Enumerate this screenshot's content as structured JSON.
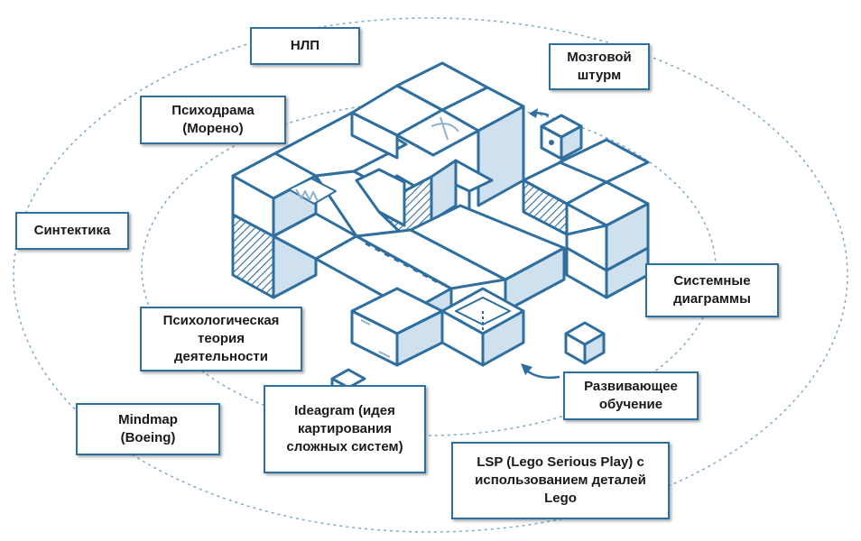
{
  "colors": {
    "accent": "#2f6f9f",
    "fill": "#cfe0ee",
    "text": "#1a1a1a"
  },
  "labels": {
    "nlp": "НЛП",
    "brainstorm": "Мозговой\nштурм",
    "psychodrama": "Психодрама\n(Морено)",
    "synectics": "Синтектика",
    "system_diagrams": "Системные\nдиаграммы",
    "activity_theory": "Психологическая\nтеория\nдеятельности",
    "developmental_learning": "Развивающее\nобучение",
    "mindmap": "Mindmap\n(Boeing)",
    "ideagram": "Ideagram (идея\nкартирования\nсложных систем)",
    "lsp": "LSP (Lego Serious Play) с\nиспользованием деталей\nLego"
  }
}
